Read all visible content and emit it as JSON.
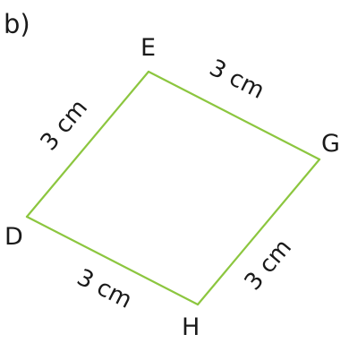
{
  "part_label": "b)",
  "colors": {
    "edge": "#8cc63f",
    "text": "#1a1a1a",
    "background": "#ffffff"
  },
  "vertices": {
    "E": "E",
    "G": "G",
    "H": "H",
    "D": "D"
  },
  "edges": {
    "DE": "3 cm",
    "EG": "3 cm",
    "GH": "3 cm",
    "HD": "3 cm"
  }
}
